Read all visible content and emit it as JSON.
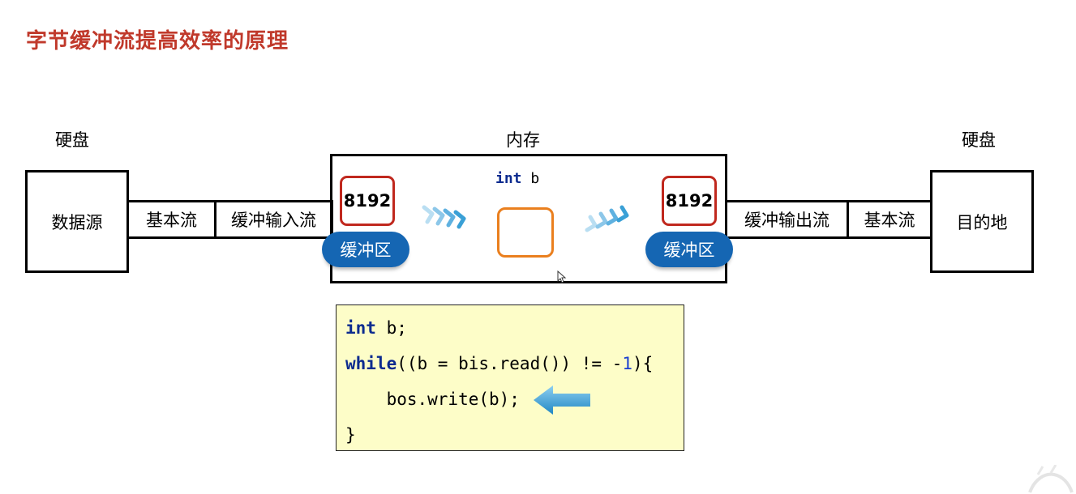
{
  "title": "字节缓冲流提高效率的原理",
  "left_disk": {
    "heading": "硬盘",
    "label": "数据源"
  },
  "right_disk": {
    "heading": "硬盘",
    "label": "目的地"
  },
  "memory": {
    "heading": "内存",
    "var_keyword": "int",
    "var_name": "b",
    "left_buffer": {
      "size": "8192",
      "label": "缓冲区"
    },
    "right_buffer": {
      "size": "8192",
      "label": "缓冲区"
    }
  },
  "input_streams": {
    "basic": "基本流",
    "buffered": "缓冲输入流"
  },
  "output_streams": {
    "buffered": "缓冲输出流",
    "basic": "基本流"
  },
  "code": {
    "line1_kw": "int",
    "line1_rest": " b;",
    "line2_kw": "while",
    "line2_part1": "((b = bis.read()) != -",
    "line2_num": "1",
    "line2_part2": "){",
    "line3": "    bos.write(b);",
    "line4": "}"
  },
  "colors": {
    "title": "#c0392b",
    "buffer_pill": "#1566b3",
    "buffer_border": "#c0281e",
    "variable_box": "#ea7f1e",
    "code_bg": "#fdfdc8",
    "arrow": "#3aa0d6"
  }
}
